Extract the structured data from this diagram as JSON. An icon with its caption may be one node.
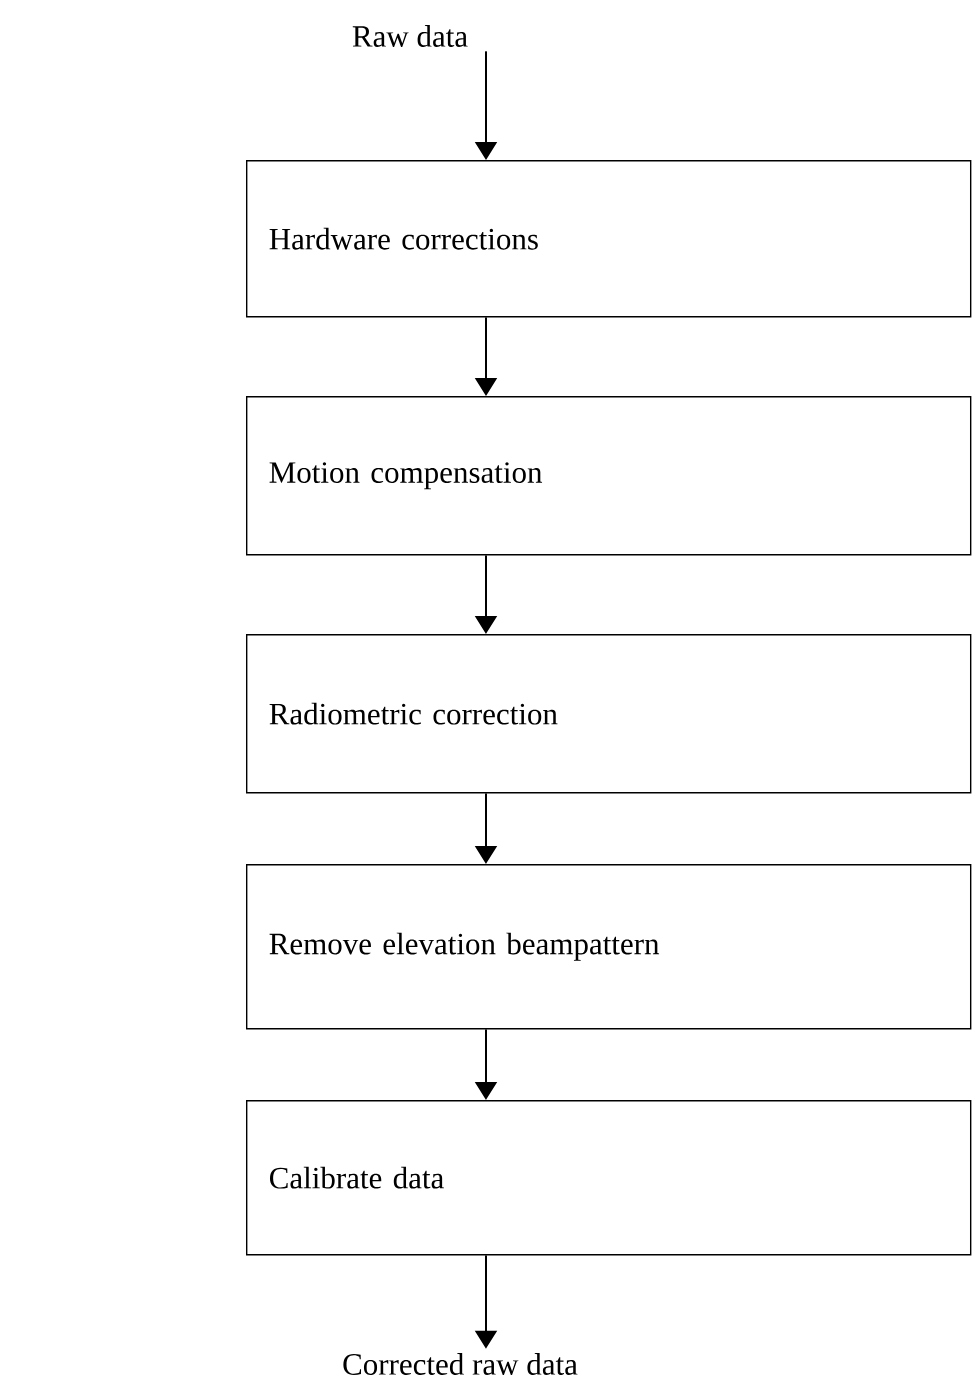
{
  "diagram": {
    "nodes": [
      {
        "text": [
          "Raw data"
        ]
      },
      {
        "text": [
          "Hardware corrections"
        ]
      },
      {
        "text": [
          "Motion compensation"
        ]
      },
      {
        "text": [
          "Radiometric correction"
        ]
      },
      {
        "text": [
          "Remove elevation beampattern"
        ]
      },
      {
        "text": [
          "Calibrate data"
        ]
      },
      {
        "text": [
          "Corrected raw data"
        ]
      }
    ],
    "edges": [
      {
        "from": 0,
        "to": 1,
        "arrow": "to"
      },
      {
        "from": 1,
        "to": 2,
        "arrow": "to"
      },
      {
        "from": 2,
        "to": 3,
        "arrow": "to"
      },
      {
        "from": 3,
        "to": 4,
        "arrow": "to"
      },
      {
        "from": 4,
        "to": 5,
        "arrow": "to"
      },
      {
        "from": 5,
        "to": 6,
        "arrow": "to"
      }
    ]
  }
}
